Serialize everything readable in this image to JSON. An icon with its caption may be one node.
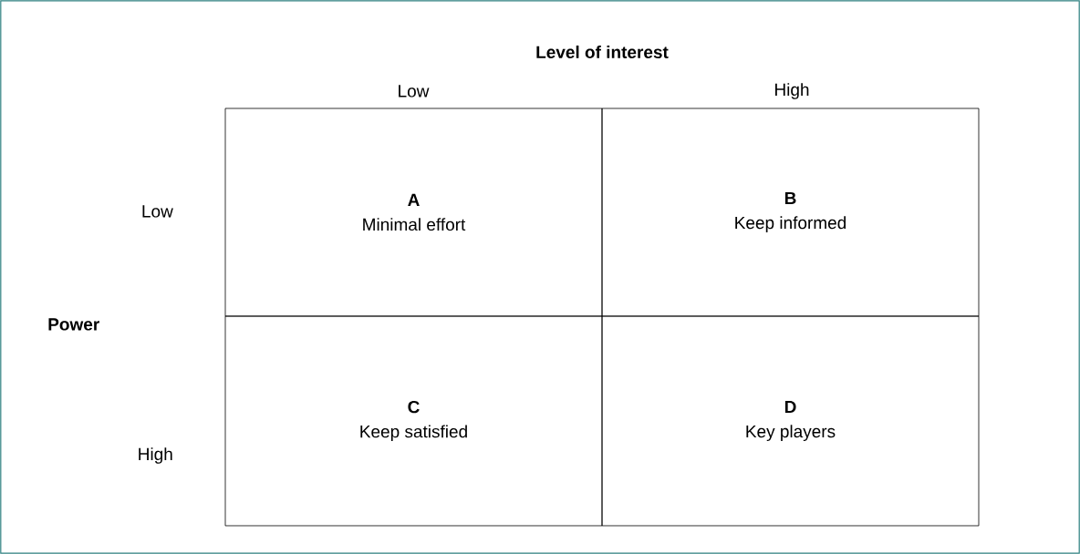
{
  "diagram": {
    "title": "Level of interest",
    "nodes": [
      {
        "text": [
          "A",
          "Minimal effort"
        ]
      },
      {
        "text": [
          "B",
          "Keep informed"
        ]
      },
      {
        "text": [
          "C",
          "Keep satisfied"
        ]
      },
      {
        "text": [
          "D",
          "Key players"
        ]
      }
    ],
    "labels": [
      "Low",
      "High",
      "Low",
      "Power",
      "High"
    ]
  }
}
